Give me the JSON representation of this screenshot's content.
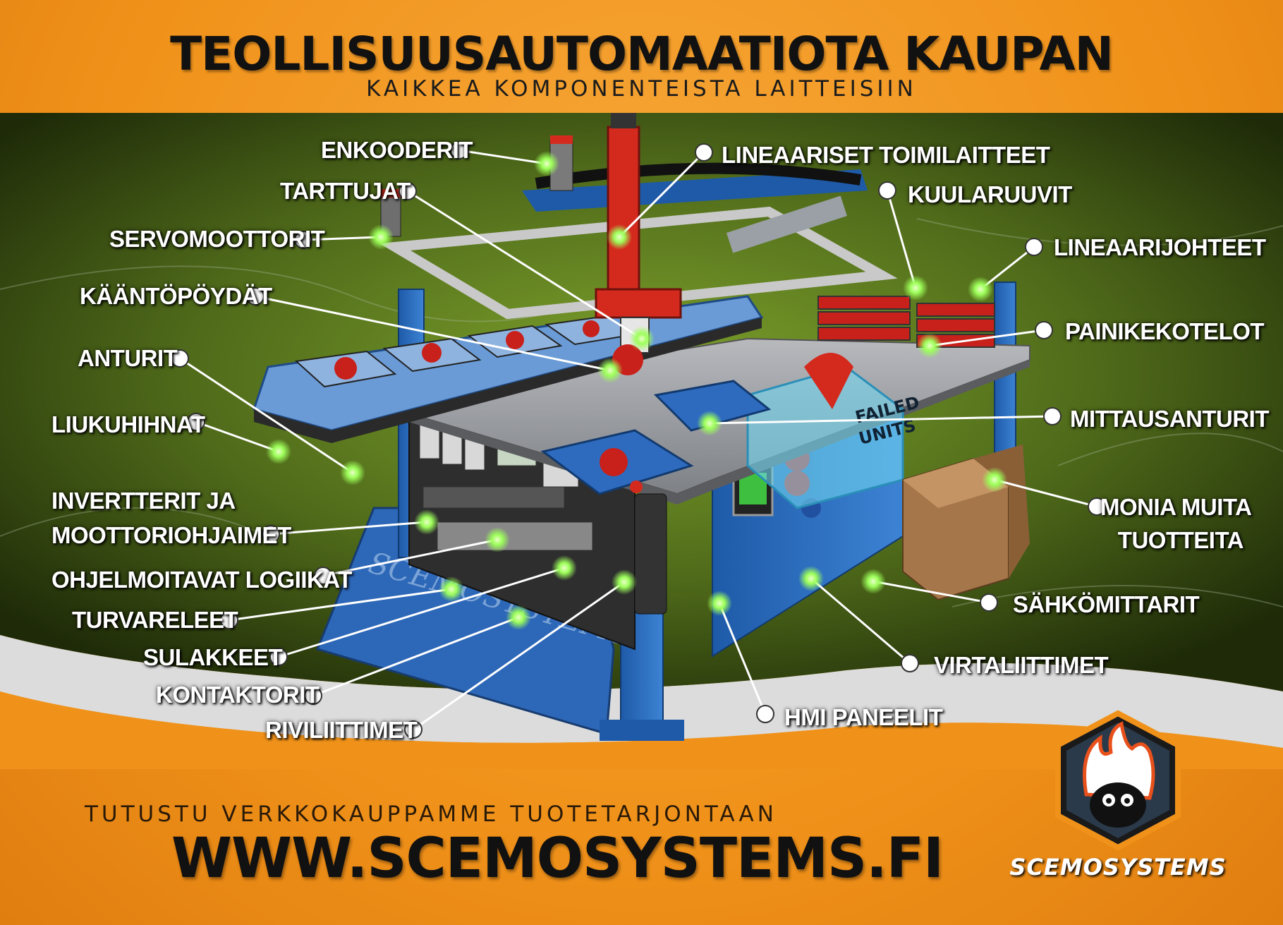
{
  "header": {
    "title": "TEOLLISUUSAUTOMAATIOTA KAUPAN",
    "subtitle": "KAIKKEA KOMPONENTEISTA LAITTEISIIN"
  },
  "labels": {
    "enkooderit": "ENKOODERIT",
    "tarttujat": "TARTTUJAT",
    "servomoottorit": "SERVOMOOTTORIT",
    "kaantopoydat": "KÄÄNTÖPÖYDÄT",
    "anturit": "ANTURIT",
    "liukuhihnat": "LIUKUHIHNAT",
    "invertterit_1": "INVERTTERIT JA",
    "invertterit_2": "MOOTTORIOHJAIMET",
    "logiikat": "OHJELMOITAVAT LOGIIKAT",
    "turvareleet": "TURVARELEET",
    "sulakkeet": "SULAKKEET",
    "kontaktorit": "KONTAKTORIT",
    "riviliittimet": "RIVILIITTIMET",
    "lineaariset": "LINEAARISET TOIMILAITTEET",
    "kuularuuvit": "KUULARUUVIT",
    "lineaarijohteet": "LINEAARIJOHTEET",
    "painikekotelot": "PAINIKEKOTELOT",
    "mittausanturit": "MITTAUSANTURIT",
    "monia_1": "MONIA MUITA",
    "monia_2": "TUOTTEITA",
    "sahkomittarit": "SÄHKÖMITTARIT",
    "virtaliittimet": "VIRTALIITTIMET",
    "hmi": "HMI PANEELIT"
  },
  "machine": {
    "box_text_1": "FAILED",
    "box_text_2": "UNITS",
    "platform_text": "SCEMOSYSTEMS"
  },
  "footer": {
    "tagline": "TUTUSTU VERKKOKAUPPAMME TUOTETARJONTAAN",
    "url": "WWW.SCEMOSYSTEMS.FI",
    "brand": "SCEMOSYSTEMS"
  },
  "colors": {
    "orange": "#f0921a",
    "green_bg": "#4f6a1a",
    "machine_blue": "#2f6fc0",
    "gantry_red": "#d42a1e",
    "glow": "#9dff5a"
  }
}
